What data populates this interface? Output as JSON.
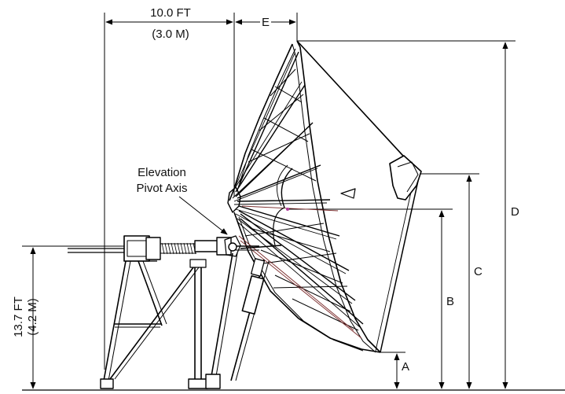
{
  "figure": {
    "top_dimension": {
      "value": "10.0 FT",
      "metric": "(3.0 M)"
    },
    "height_dimension": {
      "value": "13.7 FT",
      "metric": "(4.2 M)"
    },
    "pivot_label": {
      "line1": "Elevation",
      "line2": "Pivot Axis"
    },
    "dimension_letters": {
      "a": "A",
      "b": "B",
      "c": "C",
      "d": "D",
      "e": "E"
    }
  }
}
